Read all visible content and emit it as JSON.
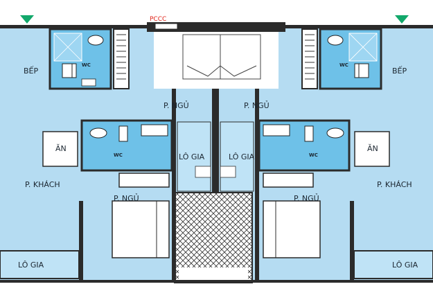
{
  "colors": {
    "floor": "#b5dcf2",
    "wet_area": "#6ec1e8",
    "wall": "#2b2b2b",
    "balcony_fill": "#bfe3f6",
    "marker": "#12a86b",
    "pccc": "#e0261b"
  },
  "labels": {
    "pccc": "PCCC",
    "kitchen_left": "BẾP",
    "kitchen_right": "BẾP",
    "wc_left_top": "WC",
    "wc_right_top": "WC",
    "bedroom_left_top": "P. NGỦ",
    "bedroom_right_top": "P. NGỦ",
    "dining_left": "ĂN",
    "dining_right": "ĂN",
    "wc_left_mid": "WC",
    "wc_right_mid": "WC",
    "loggia_left_mid": "LÔ GIA",
    "loggia_right_mid": "LÔ GIA",
    "living_left": "P. KHÁCH",
    "living_right": "P. KHÁCH",
    "bedroom_left_bottom": "P. NGỦ",
    "bedroom_right_bottom": "P. NGỦ",
    "loggia_left_bottom": "LÔ GIA",
    "loggia_right_bottom": "LÔ GIA"
  },
  "icons": {
    "north_marker": "triangle-down-icon",
    "toilet": "toilet-icon",
    "sink": "sink-icon",
    "stove": "stove-icon"
  }
}
